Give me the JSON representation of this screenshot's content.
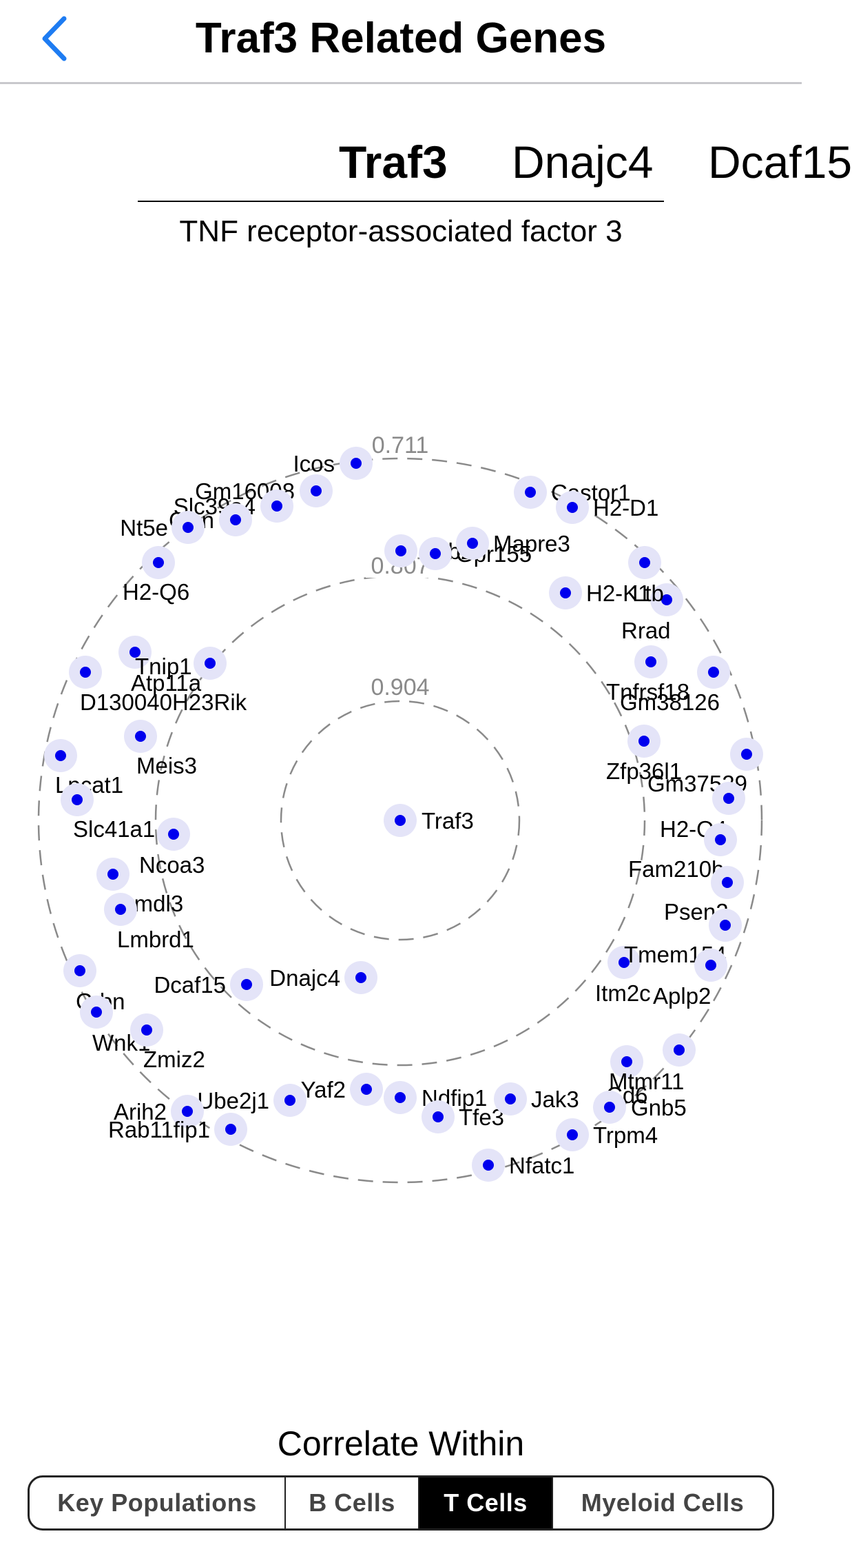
{
  "header": {
    "title": "Traf3 Related Genes",
    "back_icon": "chevron-left-icon",
    "accent": "#1e7cf2"
  },
  "gene_tabs": [
    {
      "label": "Traf3",
      "active": true
    },
    {
      "label": "Dnajc4",
      "active": false
    },
    {
      "label": "Dcaf15",
      "active": false
    }
  ],
  "subtitle": "TNF receptor-associated factor 3",
  "radial_plot": {
    "center_gene": "Traf3",
    "rings": [
      {
        "value": 0.904
      },
      {
        "value": 0.807
      },
      {
        "value": 0.711
      }
    ],
    "node_color": "#0000ee",
    "halo_color": "#e4e4f8",
    "genes": [
      {
        "name": "Traf3"
      },
      {
        "name": "Icos"
      },
      {
        "name": "Gm16008"
      },
      {
        "name": "Slc39a4"
      },
      {
        "name": "Clsn"
      },
      {
        "name": "Nt5e"
      },
      {
        "name": "H2-Q6"
      },
      {
        "name": "Castor1"
      },
      {
        "name": "H2-D1"
      },
      {
        "name": "Asb2"
      },
      {
        "name": "Gpr155"
      },
      {
        "name": "Mapre3"
      },
      {
        "name": "H2-K1"
      },
      {
        "name": "Ltb"
      },
      {
        "name": "Rrad"
      },
      {
        "name": "Tnip1"
      },
      {
        "name": "Atp11a"
      },
      {
        "name": "D130040H23Rik"
      },
      {
        "name": "Tnfrsf18"
      },
      {
        "name": "Gm38126"
      },
      {
        "name": "Meis3"
      },
      {
        "name": "Lpcat1"
      },
      {
        "name": "Zfp36l1"
      },
      {
        "name": "Gm37529"
      },
      {
        "name": "Slc41a1"
      },
      {
        "name": "H2-Q4"
      },
      {
        "name": "Ncoa3"
      },
      {
        "name": "Fam210b"
      },
      {
        "name": "Ormdl3"
      },
      {
        "name": "Lmbrd1"
      },
      {
        "name": "Psen2"
      },
      {
        "name": "Tmem154"
      },
      {
        "name": "Itm2c"
      },
      {
        "name": "Aplp2"
      },
      {
        "name": "Dcaf15"
      },
      {
        "name": "Dnajc4"
      },
      {
        "name": "Crbn"
      },
      {
        "name": "Wnk1"
      },
      {
        "name": "Zmiz2"
      },
      {
        "name": "Mtmr11"
      },
      {
        "name": "Cd6"
      },
      {
        "name": "Gnb5"
      },
      {
        "name": "Yaf2"
      },
      {
        "name": "Ube2j1"
      },
      {
        "name": "Ndfip1"
      },
      {
        "name": "Tfe3"
      },
      {
        "name": "Jak3"
      },
      {
        "name": "Arih2"
      },
      {
        "name": "Rab11fip1"
      },
      {
        "name": "Trpm4"
      },
      {
        "name": "Nfatc1"
      }
    ]
  },
  "correlate": {
    "title": "Correlate Within",
    "options": [
      {
        "label": "Key Populations",
        "active": false
      },
      {
        "label": "B Cells",
        "active": false
      },
      {
        "label": "T Cells",
        "active": true
      },
      {
        "label": "Myeloid Cells",
        "active": false
      }
    ]
  }
}
